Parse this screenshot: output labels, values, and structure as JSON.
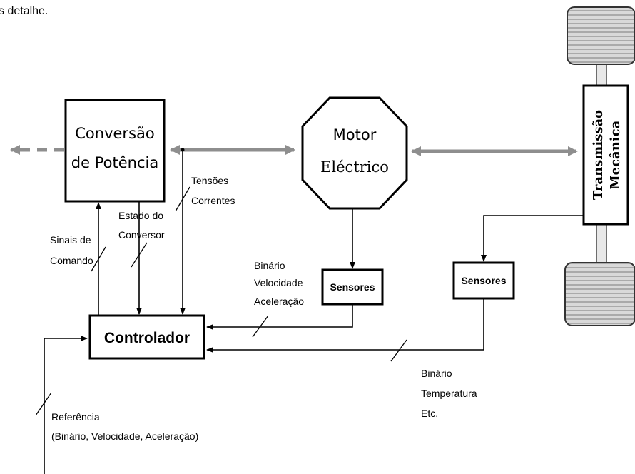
{
  "caption": "s detalhe.",
  "blocks": {
    "conversao": [
      "Conversão",
      "de Potência"
    ],
    "motor": [
      "Motor",
      "Eléctrico"
    ],
    "transmissao": [
      "Transmissão",
      "Mecânica"
    ],
    "controlador": "Controlador",
    "sensores_motor": "Sensores",
    "sensores_transmissao": "Sensores"
  },
  "signals": {
    "tensoes": [
      "Tensões",
      "Correntes"
    ],
    "estado": [
      "Estado do",
      "Conversor"
    ],
    "sinais": [
      "Sinais de",
      "Comando"
    ],
    "binario_motor": [
      "Binário",
      "Velocidade",
      "Aceleração"
    ],
    "binario_trans": [
      "Binário",
      "Temperatura",
      "Etc."
    ],
    "referencia": [
      "Referência",
      "(Binário, Velocidade, Aceleração)"
    ]
  },
  "colors": {
    "power_bus": "#8e8e8e",
    "lines": "#000000",
    "tyre": "#b5b5b5"
  }
}
